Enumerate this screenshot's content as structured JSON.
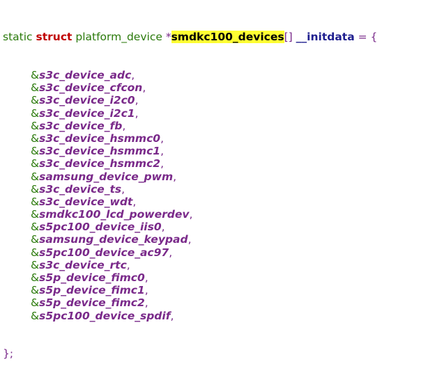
{
  "header": {
    "static_kw": "static",
    "struct_kw": "struct",
    "type_name": "platform_device",
    "star": "*",
    "array_name": "smdkc100_devices",
    "brackets": "[]",
    "attr": "__initdata",
    "assign": "=",
    "open_brace": "{"
  },
  "items": [
    {
      "amp": "&",
      "name": "s3c_device_adc",
      "comma": ","
    },
    {
      "amp": "&",
      "name": "s3c_device_cfcon",
      "comma": ","
    },
    {
      "amp": "&",
      "name": "s3c_device_i2c0",
      "comma": ","
    },
    {
      "amp": "&",
      "name": "s3c_device_i2c1",
      "comma": ","
    },
    {
      "amp": "&",
      "name": "s3c_device_fb",
      "comma": ","
    },
    {
      "amp": "&",
      "name": "s3c_device_hsmmc0",
      "comma": ","
    },
    {
      "amp": "&",
      "name": "s3c_device_hsmmc1",
      "comma": ","
    },
    {
      "amp": "&",
      "name": "s3c_device_hsmmc2",
      "comma": ","
    },
    {
      "amp": "&",
      "name": "samsung_device_pwm",
      "comma": ","
    },
    {
      "amp": "&",
      "name": "s3c_device_ts",
      "comma": ","
    },
    {
      "amp": "&",
      "name": "s3c_device_wdt",
      "comma": ","
    },
    {
      "amp": "&",
      "name": "smdkc100_lcd_powerdev",
      "comma": ","
    },
    {
      "amp": "&",
      "name": "s5pc100_device_iis0",
      "comma": ","
    },
    {
      "amp": "&",
      "name": "samsung_device_keypad",
      "comma": ","
    },
    {
      "amp": "&",
      "name": "s5pc100_device_ac97",
      "comma": ","
    },
    {
      "amp": "&",
      "name": "s3c_device_rtc",
      "comma": ","
    },
    {
      "amp": "&",
      "name": "s5p_device_fimc0",
      "comma": ","
    },
    {
      "amp": "&",
      "name": "s5p_device_fimc1",
      "comma": ","
    },
    {
      "amp": "&",
      "name": "s5p_device_fimc2",
      "comma": ","
    },
    {
      "amp": "&",
      "name": "s5pc100_device_spdif",
      "comma": ","
    }
  ],
  "footer": {
    "close": "};"
  },
  "colors": {
    "keyword_green": "#2b7a0b",
    "keyword_red": "#c00000",
    "highlight": "#ffff33",
    "identifier_purple": "#7a2a8a",
    "macro_blue": "#1f1f8f"
  }
}
